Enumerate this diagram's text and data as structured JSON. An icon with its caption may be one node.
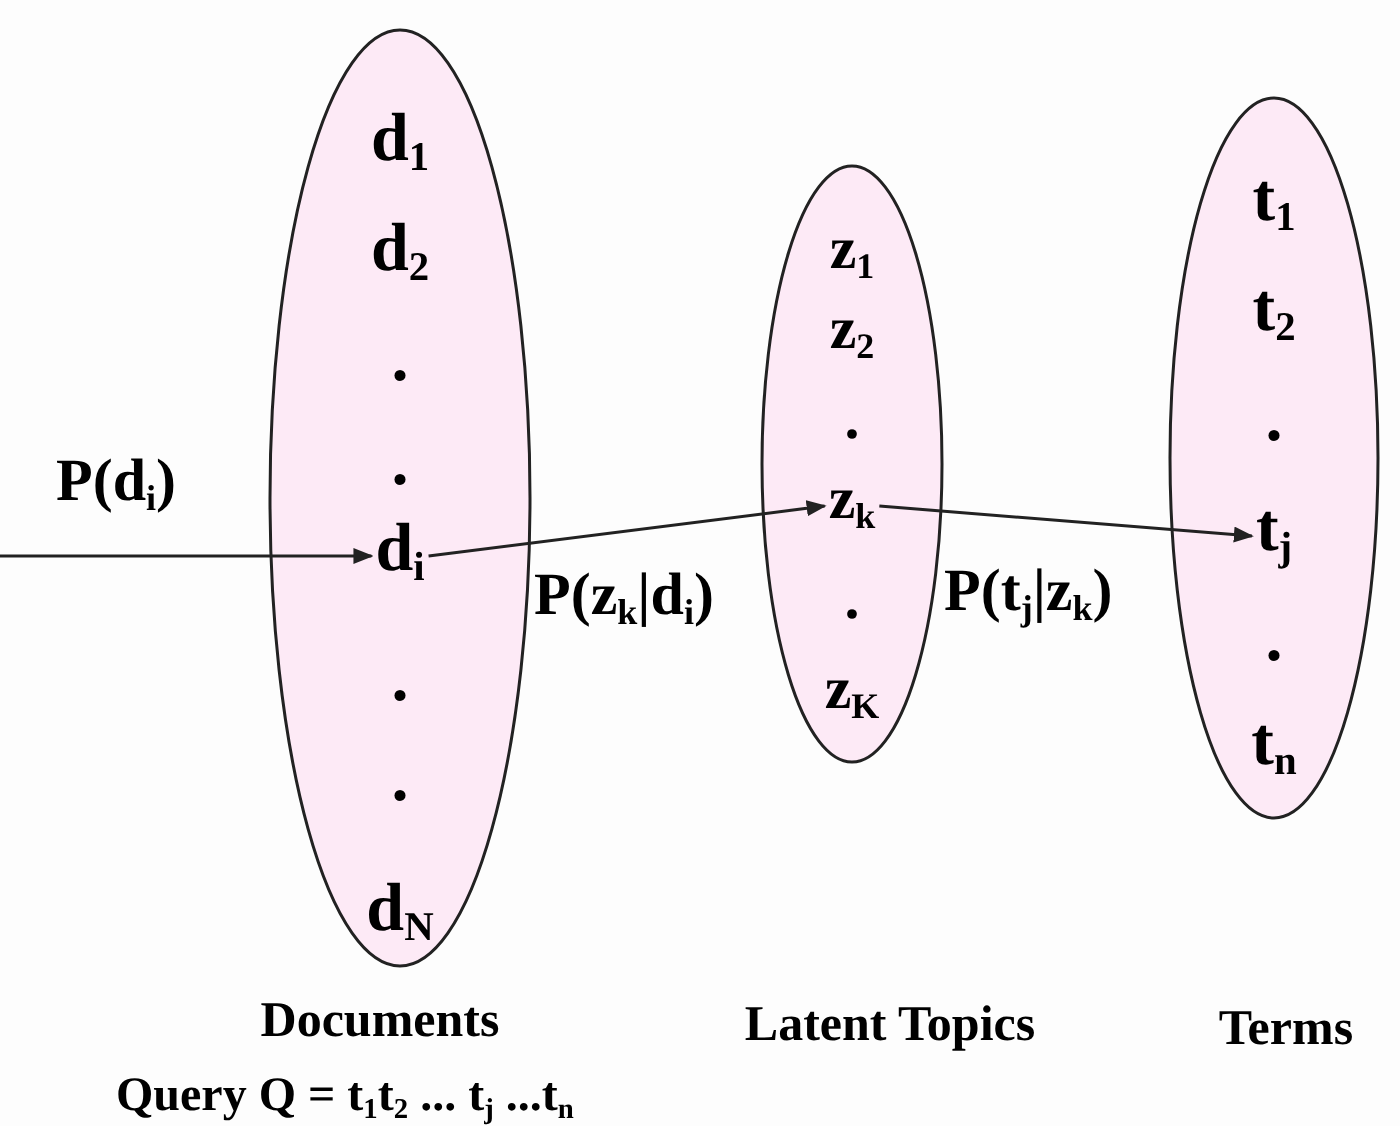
{
  "diagram": {
    "nodes": [
      {
        "text": [],
        "shape": "ellipse"
      },
      {
        "text": [
          "d$_{1}$"
        ],
        "in": 0
      },
      {
        "text": [
          "d$_{2}$"
        ],
        "in": 0
      },
      {
        "text": [
          "."
        ],
        "in": 0
      },
      {
        "text": [
          "."
        ],
        "in": 0
      },
      {
        "text": [
          "d$_{i}$"
        ],
        "in": 0
      },
      {
        "text": [
          "."
        ],
        "in": 0
      },
      {
        "text": [
          "."
        ],
        "in": 0
      },
      {
        "text": [
          "d$_{N}$"
        ],
        "in": 0
      },
      {
        "text": [],
        "shape": "ellipse"
      },
      {
        "text": [
          "z$_{1}$"
        ],
        "in": 9
      },
      {
        "text": [
          "z$_{2}$"
        ],
        "in": 9
      },
      {
        "text": [
          "."
        ],
        "in": 9
      },
      {
        "text": [
          "z$_{k}$"
        ],
        "in": 9
      },
      {
        "text": [
          "."
        ],
        "in": 9
      },
      {
        "text": [
          "z$_{K}$"
        ],
        "in": 9
      },
      {
        "text": [],
        "shape": "ellipse"
      },
      {
        "text": [
          "t$_{1}$"
        ],
        "in": 16
      },
      {
        "text": [
          "t$_{2}$"
        ],
        "in": 16
      },
      {
        "text": [
          "."
        ],
        "in": 16
      },
      {
        "text": [
          "t$_{j}$"
        ],
        "in": 16
      },
      {
        "text": [
          "."
        ],
        "in": 16
      },
      {
        "text": [
          "t$_{n}$"
        ],
        "in": 16
      }
    ],
    "edges": [
      {
        "from": null,
        "to": 5,
        "arrow": "to",
        "label": "P(d$_{i}$)"
      },
      {
        "from": 5,
        "to": 13,
        "arrow": "to",
        "label": "P(z$_{k}$|d$_{i}$)"
      },
      {
        "from": 13,
        "to": 20,
        "arrow": "to",
        "label": "P(t$_{j}$|z$_{k}$)"
      }
    ],
    "labels": [
      "Documents",
      "Latent Topics",
      "Terms",
      "Query Q = t$_{1}$t$_{2}$ ... t$_{j}$ ...t$_{n}$"
    ]
  }
}
